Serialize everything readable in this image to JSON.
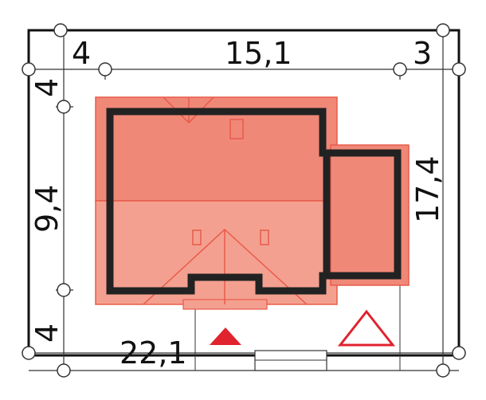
{
  "plan": {
    "dimensions": {
      "top_left": "4",
      "top_middle": "15,1",
      "top_right": "3",
      "left_top": "4",
      "left_middle": "9,4",
      "left_bottom": "4",
      "right_middle": "17,4",
      "bottom": "22,1"
    },
    "colors": {
      "roof_fill": "#f08878",
      "roof_fill_light": "#f4a090",
      "roof_stroke": "#e85a4a",
      "wall": "#222222",
      "frame": "#111111",
      "north_filled": "#e0232e",
      "north_outline": "#e0232e"
    },
    "icons": {
      "north_marker": "filled-triangle-icon",
      "entrance_marker": "outline-triangle-icon"
    }
  }
}
